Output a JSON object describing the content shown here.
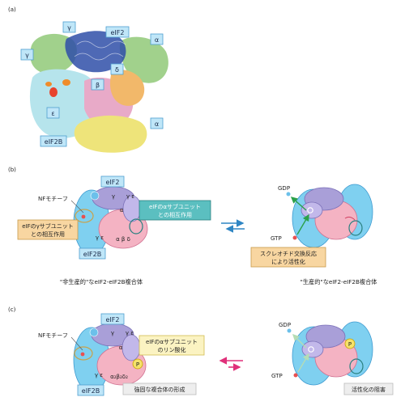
{
  "panels": {
    "a": {
      "label": "(a)",
      "subunit_labels": [
        "γ",
        "eIF2",
        "α",
        "γ",
        "β",
        "δ",
        "ε",
        "α",
        "eIF2B"
      ]
    },
    "b": {
      "label": "(b)",
      "left": {
        "eif2_label": "eIF2",
        "eif2b_label": "eIF2B",
        "nf_motif_label": "NFモチーフ",
        "gamma_interaction_note": "eIFのγサブユニット\nとの相互作用",
        "alpha_interaction_note": "eIFのαサブユニット\nとの相互作用",
        "caption": "\"非生産的\"なeIF2-eIF2B複合体",
        "inner": {
          "gamma": "γ",
          "gamma_eps": "γ ε",
          "alpha": "α",
          "gamma_eps2": "γ ε",
          "abd": "α β δ"
        }
      },
      "right": {
        "gdp_label": "GDP",
        "gtp_label": "GTP",
        "note": "スクレオチド交換反応\nにより活性化",
        "caption": "\"生産的\"なeIF2-eIF2B複合体"
      }
    },
    "c": {
      "label": "(c)",
      "left": {
        "eif2_label": "eIF2",
        "eif2b_label": "eIF2B",
        "nf_motif_label": "NFモチーフ",
        "alpha_phos_note": "eIFのαサブユニット\nのリン酸化",
        "strong_complex_note": "強固な複合体の形成",
        "phospho": "P",
        "inner": {
          "gamma": "γ",
          "gamma_eps": "γ ε",
          "alpha": "α",
          "gamma_eps2": "γ ε",
          "abd": "α₂β₂δ₂"
        }
      },
      "right": {
        "gdp_label": "GDP",
        "gtp_label": "GTP",
        "phospho": "P",
        "inhibition_note": "活性化の阻害"
      }
    }
  },
  "colors": {
    "eif2_purple": "#a99fd8",
    "eif2b_blue": "#7fd0f0",
    "eif2b_pink": "#f4b3c3",
    "note_orange_bg": "#f8d6a1",
    "note_teal_bg": "#5bbfc0",
    "arrow_blue": "#2f86c4",
    "arrow_pink": "#e0307a",
    "gtp_red": "#e85050",
    "gdp_blue": "#6cc0ea",
    "green_arrow": "#2ca04a"
  }
}
